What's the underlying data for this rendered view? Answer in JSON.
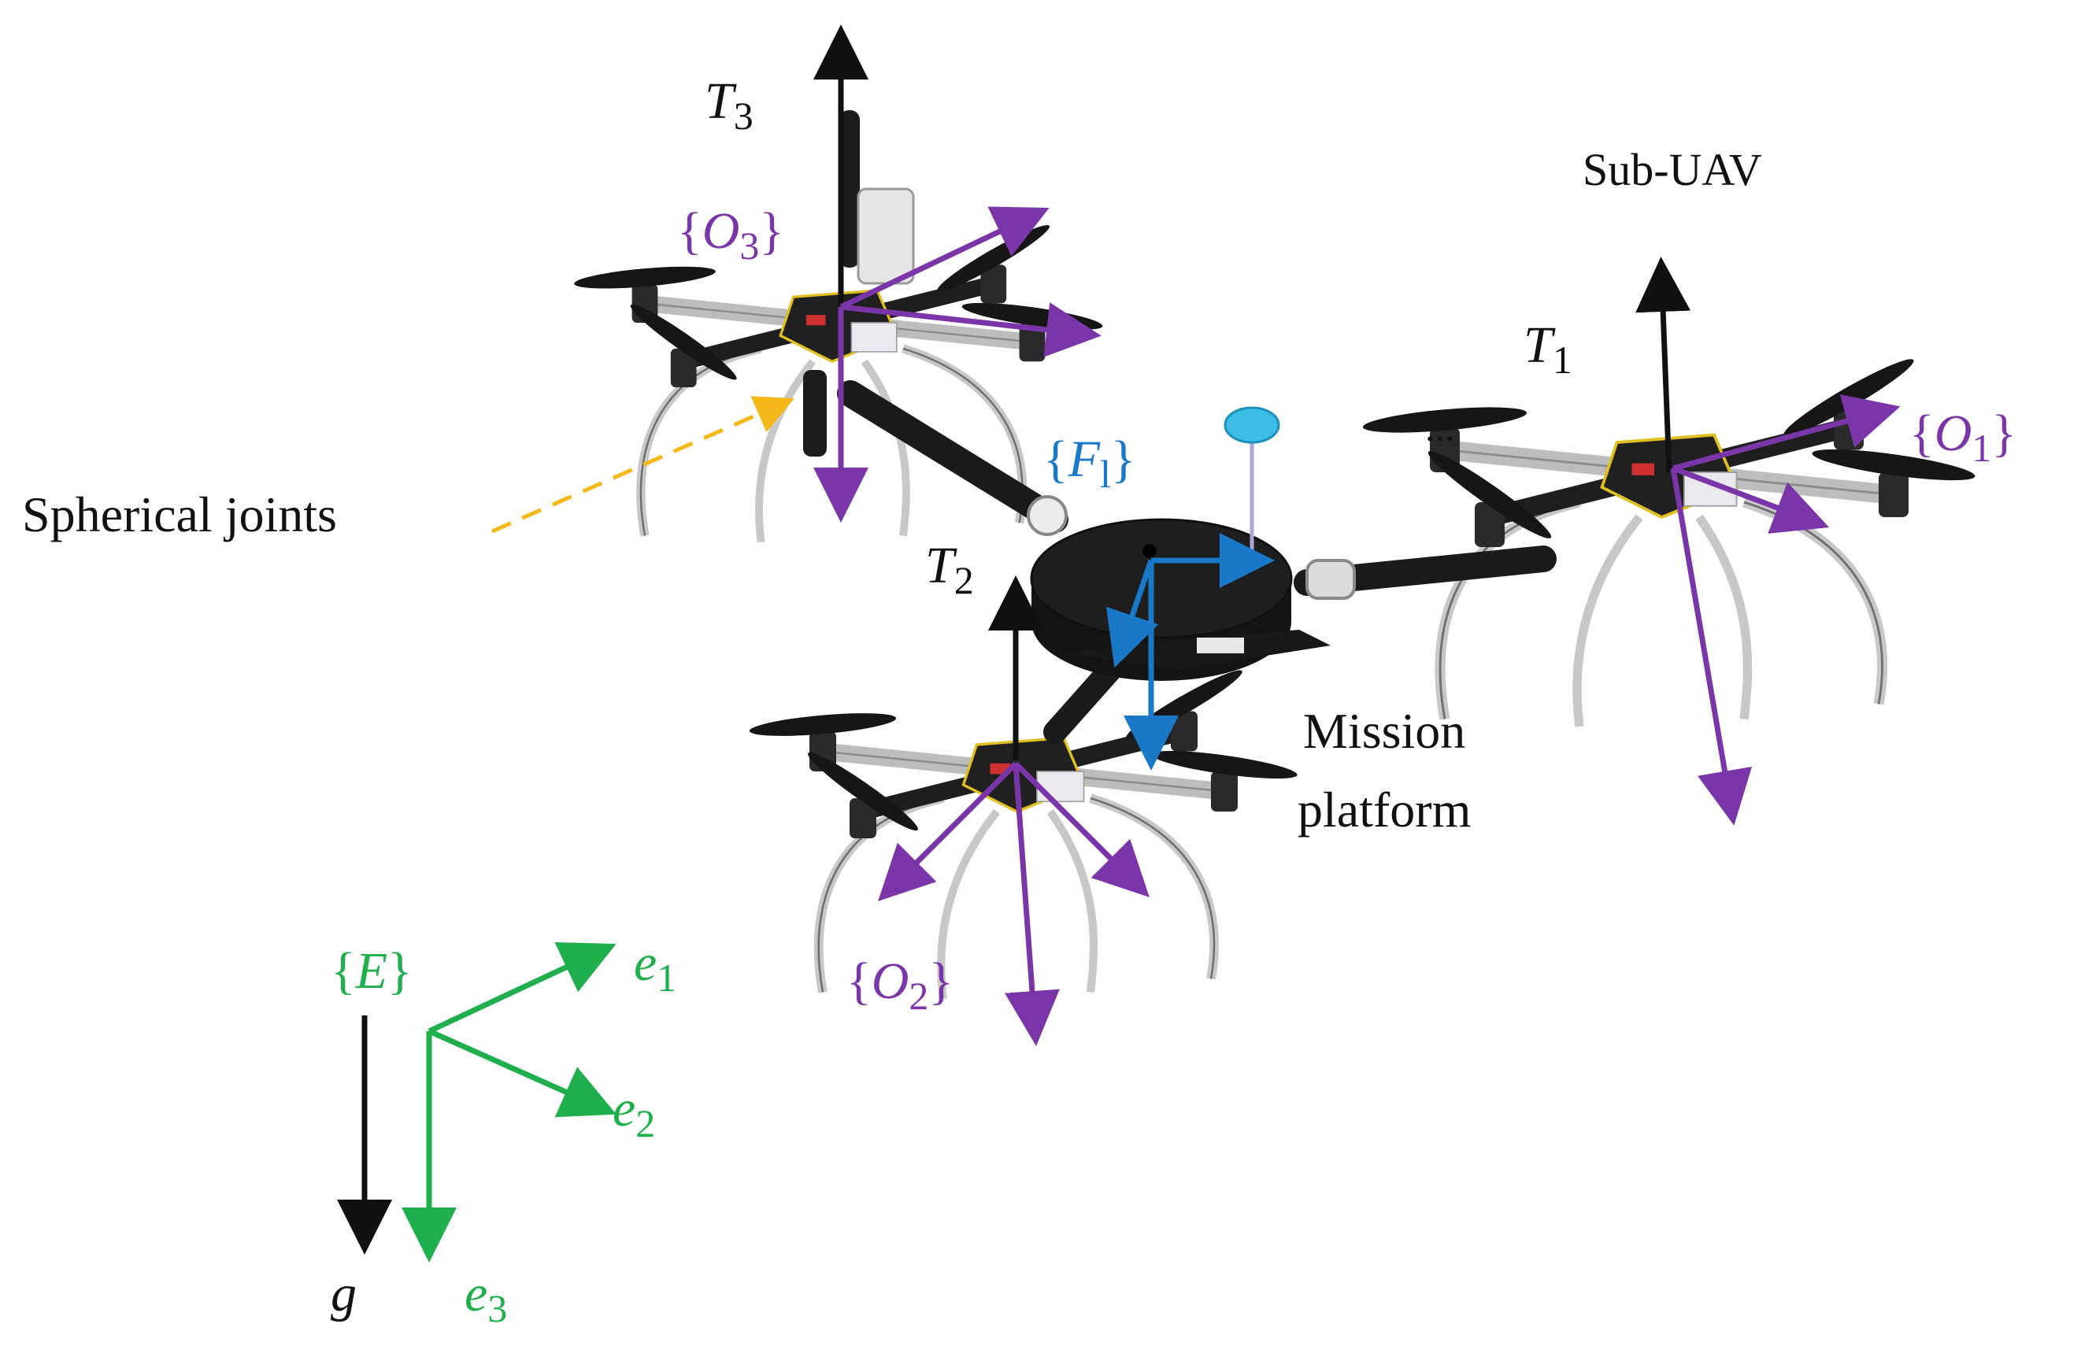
{
  "colors": {
    "black": "#111111",
    "purple": "#7a35a8",
    "blue": "#1a78c8",
    "green": "#1fb04d",
    "orange": "#f5b81a",
    "frame_gray": "#b9b9b9",
    "dark": "#161616"
  },
  "labels": {
    "sub_uav": "Sub-UAV",
    "spherical_joints": "Spherical joints",
    "mission_line1": "Mission",
    "mission_line2": "platform",
    "ellipsis": "..."
  },
  "symbols": {
    "T1": {
      "base": "T",
      "sub": "1"
    },
    "T2": {
      "base": "T",
      "sub": "2"
    },
    "T3": {
      "base": "T",
      "sub": "3"
    },
    "O1": {
      "open": "{",
      "base": "O",
      "sub": "1",
      "close": "}"
    },
    "O2": {
      "open": "{",
      "base": "O",
      "sub": "2",
      "close": "}"
    },
    "O3": {
      "open": "{",
      "base": "O",
      "sub": "3",
      "close": "}"
    },
    "Fl": {
      "open": "{",
      "base": "F",
      "sub": "l",
      "close": "}"
    },
    "E": {
      "open": "{",
      "base": "E",
      "close": "}"
    },
    "e1": {
      "base": "e",
      "sub": "1"
    },
    "e2": {
      "base": "e",
      "sub": "2"
    },
    "e3": {
      "base": "e",
      "sub": "3"
    },
    "g": {
      "base": "g"
    }
  },
  "icons": [
    "quadrotor-icon",
    "mission-platform-icon",
    "spherical-joint-icon",
    "antenna-icon"
  ]
}
